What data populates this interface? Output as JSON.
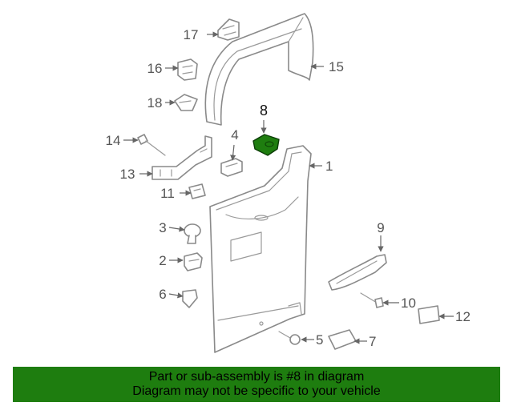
{
  "diagram": {
    "callouts": [
      "1",
      "2",
      "3",
      "4",
      "5",
      "6",
      "7",
      "8",
      "9",
      "10",
      "11",
      "12",
      "13",
      "14",
      "15",
      "16",
      "17",
      "18"
    ],
    "highlighted_part": "8",
    "colors": {
      "highlight": "#1e7d0f",
      "line": "#8a8a8a",
      "text": "#555555"
    }
  },
  "footer": {
    "line1": "Part or sub-assembly is #8 in diagram",
    "line2": "Diagram may not be specific to your vehicle",
    "background": "#1e7d0f"
  }
}
